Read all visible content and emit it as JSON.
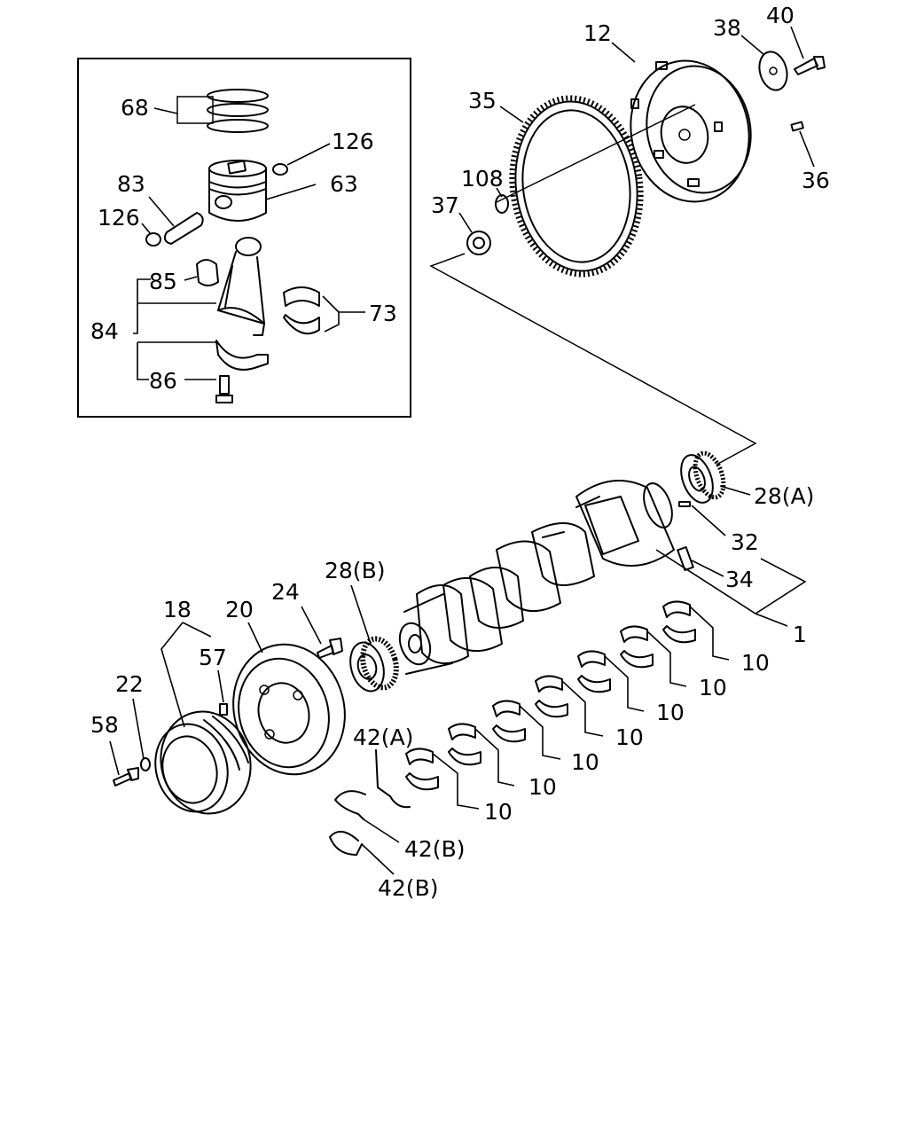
{
  "labels": {
    "l12": "12",
    "l38": "38",
    "l40": "40",
    "l35": "35",
    "l108": "108",
    "l37": "37",
    "l36": "36",
    "l68": "68",
    "l126a": "126",
    "l83": "83",
    "l63": "63",
    "l126b": "126",
    "l85": "85",
    "l84": "84",
    "l73": "73",
    "l86": "86",
    "l28a": "28(A)",
    "l32": "32",
    "l34": "34",
    "l1": "1",
    "l28b": "28(B)",
    "l24": "24",
    "l18": "18",
    "l20": "20",
    "l57": "57",
    "l22": "22",
    "l58": "58",
    "l42a": "42(A)",
    "l42b1": "42(B)",
    "l42b2": "42(B)",
    "l10a": "10",
    "l10b": "10",
    "l10c": "10",
    "l10d": "10",
    "l10e": "10",
    "l10f": "10",
    "l10g": "10"
  }
}
